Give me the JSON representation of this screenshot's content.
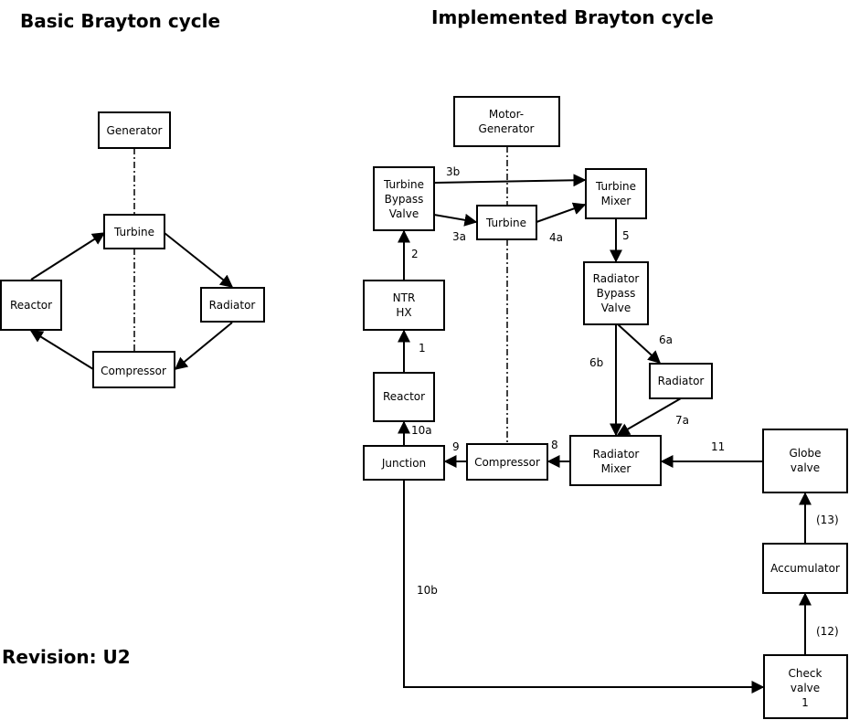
{
  "titles": {
    "basic": "Basic Brayton cycle",
    "implemented": "Implemented Brayton cycle",
    "revision": "Revision: U2"
  },
  "basic": {
    "generator": "Generator",
    "turbine": "Turbine",
    "reactor": "Reactor",
    "radiator": "Radiator",
    "compressor": "Compressor"
  },
  "implemented": {
    "motor_generator": [
      "Motor-",
      "Generator"
    ],
    "turbine_bypass_valve": [
      "Turbine",
      "Bypass",
      "Valve"
    ],
    "turbine": "Turbine",
    "turbine_mixer": [
      "Turbine",
      "Mixer"
    ],
    "ntr_hx": [
      "NTR",
      "HX"
    ],
    "radiator_bypass_valve": [
      "Radiator",
      "Bypass",
      "Valve"
    ],
    "radiator": "Radiator",
    "reactor": "Reactor",
    "junction": "Junction",
    "compressor": "Compressor",
    "radiator_mixer": [
      "Radiator",
      "Mixer"
    ],
    "globe_valve": [
      "Globe",
      "valve"
    ],
    "accumulator": "Accumulator",
    "check_valve": [
      "Check",
      "valve",
      "1"
    ]
  },
  "streams": {
    "s1": "1",
    "s2": "2",
    "s3a": "3a",
    "s3b": "3b",
    "s4a": "4a",
    "s5": "5",
    "s6a": "6a",
    "s6b": "6b",
    "s7a": "7a",
    "s8": "8",
    "s9": "9",
    "s10a": "10a",
    "s10b": "10b",
    "s11": "11",
    "s12": "(12)",
    "s13": "(13)"
  }
}
